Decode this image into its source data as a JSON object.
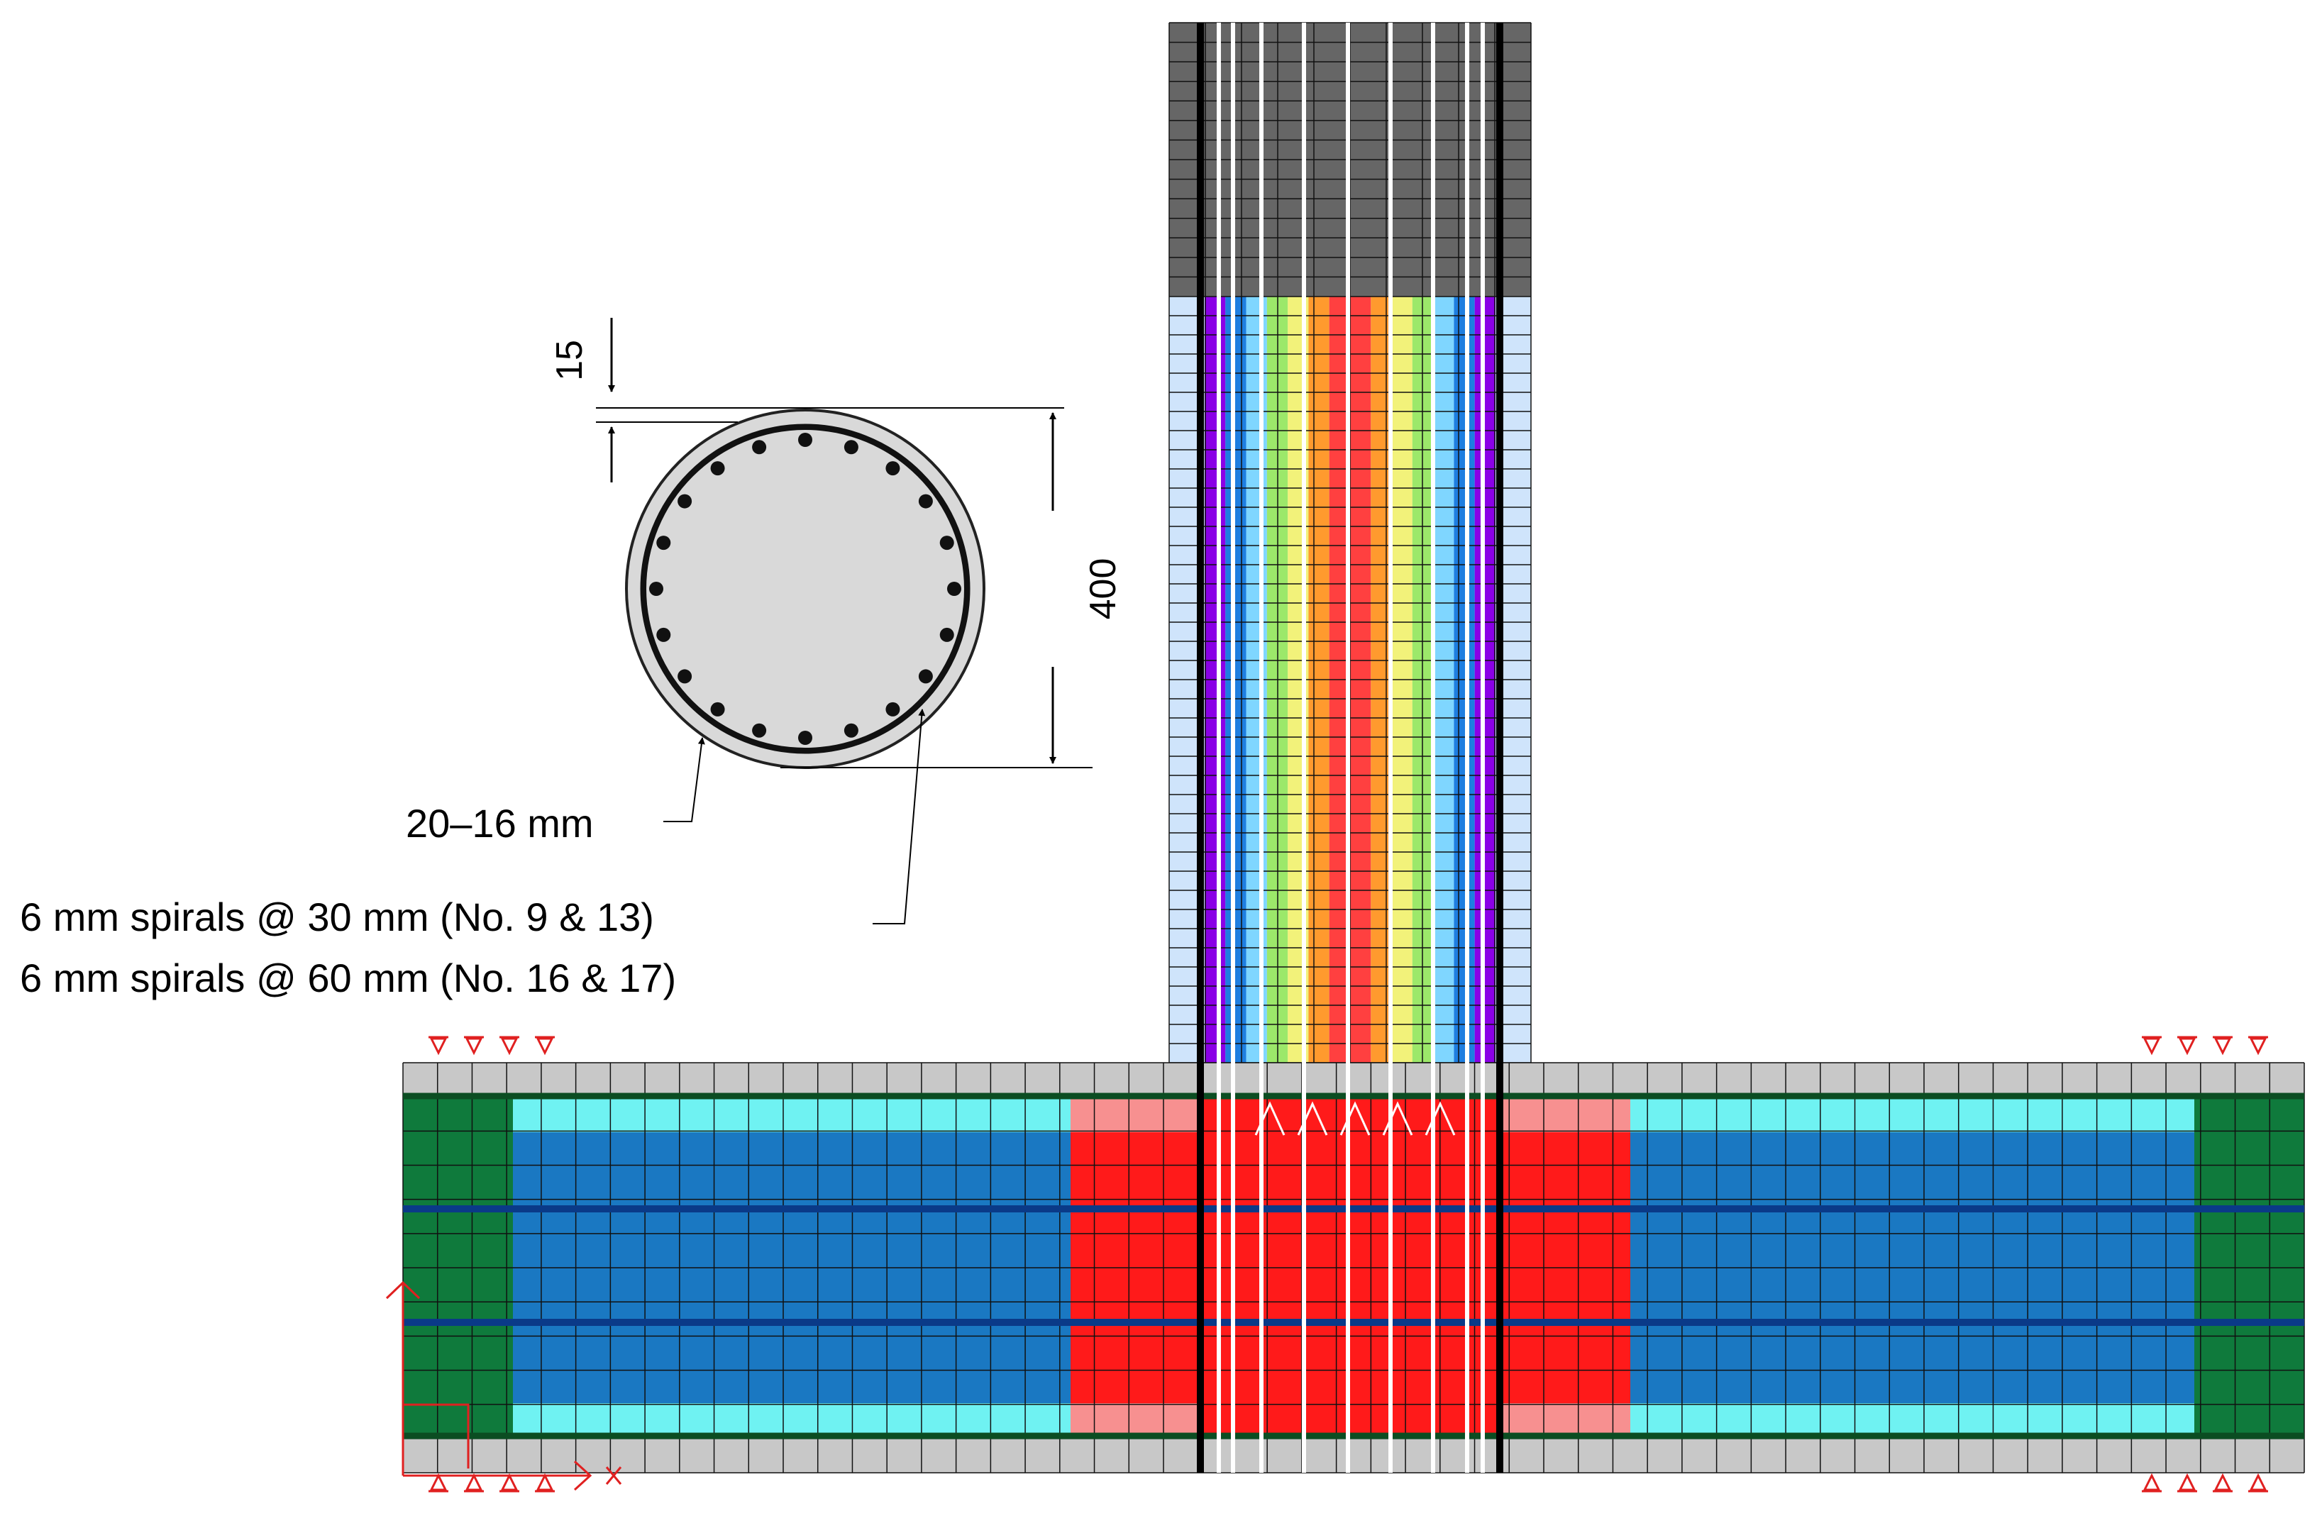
{
  "figure": {
    "cross_section": {
      "cover_dimension": "15",
      "diameter_dimension": "400",
      "longitudinal_bars_label": "20–16 mm",
      "spiral_label_1": "6 mm spirals @ 30 mm (No. 9 & 13)",
      "spiral_label_2": "6 mm spirals @ 60 mm (No. 16 & 17)"
    },
    "fe_model": {
      "column_strip_colors": [
        "#8a00e6",
        "#1e7ee0",
        "#7fd6ff",
        "#9ce86a",
        "#f2f27a",
        "#ff9a2e",
        "#ff4040",
        "#ff4040",
        "#ff9a2e",
        "#f2f27a",
        "#9ce86a",
        "#7fd6ff",
        "#1e7ee0",
        "#8a00e6"
      ],
      "column_top_color": "#666666",
      "column_side_color": "#cfe4fb",
      "footing_end_color": "#0f7a3c",
      "footing_cover_color": "#6ff2f2",
      "footing_mid_color": "#1a78c2",
      "footing_joint_color": "#ff1a1a",
      "footing_joint_cover_color": "#f79090",
      "footing_skin_color": "#c8c8c8",
      "reinforcement_color": "#0a3a88",
      "support_color": "#e02020"
    }
  }
}
